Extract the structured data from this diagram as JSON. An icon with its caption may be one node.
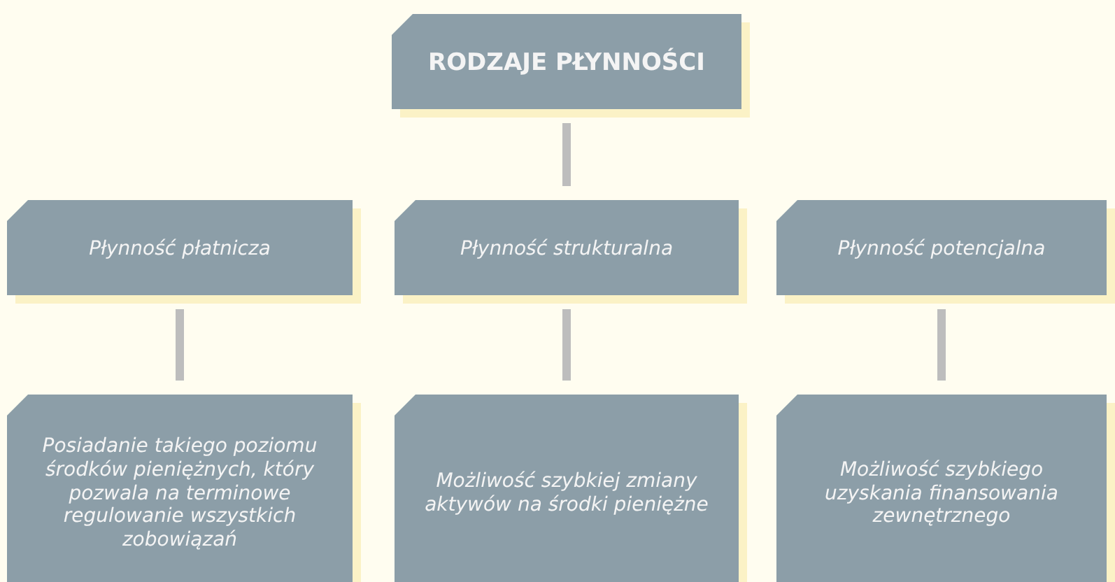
{
  "diagram": {
    "nodes": [
      {
        "text": [
          "RODZAJE PŁYNNOŚCI"
        ]
      },
      {
        "text": [
          "Płynność płatnicza"
        ]
      },
      {
        "text": [
          "Płynność strukturalna"
        ]
      },
      {
        "text": [
          "Płynność potencjalna"
        ]
      },
      {
        "text": [
          "Posiadanie takiego poziomu środków pieniężnych, który pozwala na terminowe regulowanie wszystkich zobowiązań"
        ]
      },
      {
        "text": [
          "Możliwość szybkiej zmiany aktywów na środki pieniężne"
        ]
      },
      {
        "text": [
          "Możliwość szybkiego uzyskania finansowania zewnętrznego"
        ]
      }
    ],
    "edges": [
      {
        "from": 0,
        "to": 2,
        "arrow": "none"
      },
      {
        "from": 1,
        "to": 4,
        "arrow": "none"
      },
      {
        "from": 2,
        "to": 5,
        "arrow": "none"
      },
      {
        "from": 3,
        "to": 6,
        "arrow": "none"
      }
    ]
  }
}
